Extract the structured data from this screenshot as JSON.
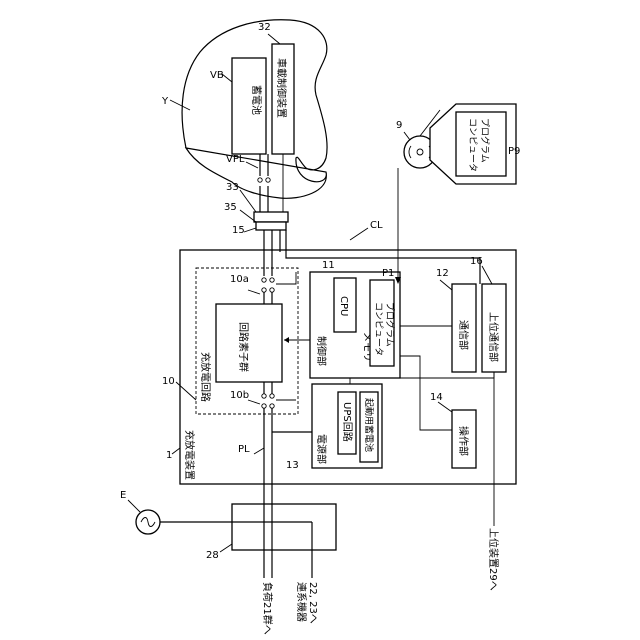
{
  "diagram": {
    "refs": {
      "charger_ref": "1",
      "circuit_ref": "10",
      "switch_a": "10a",
      "switch_b": "10b",
      "control_ref": "11",
      "comm_ref": "12",
      "power_ref": "13",
      "op_ref": "14",
      "connector_ref": "15",
      "upper_comm_ref": "16",
      "breaker_ref": "28",
      "vehicle_ctrl_ref": "32",
      "socket_ref": "33",
      "plug_ref": "35",
      "computer_ref": "9",
      "program_ref": "P9",
      "memory_ref": "P1",
      "battery_ref": "VB",
      "vehicle_ref": "Y",
      "vehicle_line_ref": "VPL",
      "power_line_ref": "PL",
      "cable_ref": "CL",
      "grid_ref": "E"
    },
    "labels": {
      "charger": "充放電装置",
      "circuit": "充放電回路",
      "circuit_elements": "回路素子群",
      "control": "制御部",
      "cpu": "CPU",
      "memory": "メモリ",
      "program_line1": "コンピュータ",
      "program_line2": "プログラム",
      "comm": "通信部",
      "upper_comm": "上位通信部",
      "power": "電源部",
      "ups": "UPS回路",
      "startup_battery": "起動用蓄電池",
      "operation": "操作部",
      "battery": "蓄電池",
      "vehicle_control": "車載制御装置",
      "comp_prog_line1": "コンピュータ",
      "comp_prog_line2": "プログラム",
      "load_group": "負荷21群へ",
      "grid_devices_line1": "連系機器",
      "grid_devices_line2": "22, 23へ",
      "upper_device": "上位装置29へ"
    }
  }
}
